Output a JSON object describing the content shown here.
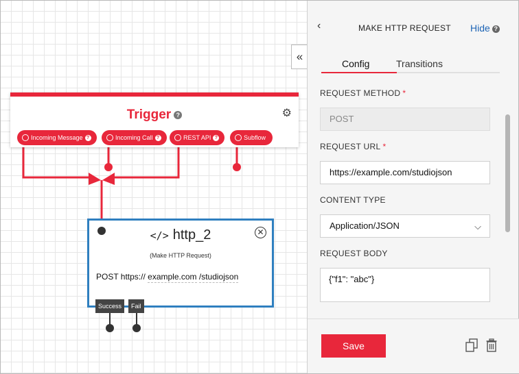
{
  "trigger": {
    "title": "Trigger",
    "help": "?",
    "pills": [
      {
        "label": "Incoming Message",
        "help": "?"
      },
      {
        "label": "Incoming Call",
        "help": "?"
      },
      {
        "label": "REST API",
        "help": "?"
      },
      {
        "label": "Subflow",
        "help": ""
      }
    ]
  },
  "http": {
    "title": "http_2",
    "code_glyph": "</>",
    "subtitle": "(Make HTTP Request)",
    "method": "POST https://",
    "url_host": "example.com",
    "url_path": "/studiojson",
    "transitions": {
      "success": "Success",
      "fail": "Fail"
    }
  },
  "panel": {
    "title": "MAKE HTTP REQUEST",
    "hide_label": "Hide",
    "tabs": [
      {
        "label": "Config",
        "active": true
      },
      {
        "label": "Transitions",
        "active": false
      }
    ],
    "fields": {
      "method_label": "REQUEST METHOD",
      "method_value": "POST",
      "url_label": "REQUEST URL",
      "url_value": "https://example.com/studiojson",
      "content_type_label": "CONTENT TYPE",
      "content_type_value": "Application/JSON",
      "body_label": "REQUEST BODY",
      "body_value": "{\"f1\": \"abc\"}"
    },
    "save_label": "Save"
  },
  "colors": {
    "accent": "#e8273b",
    "link": "#1d64b5",
    "http_border": "#2f7fbf"
  }
}
